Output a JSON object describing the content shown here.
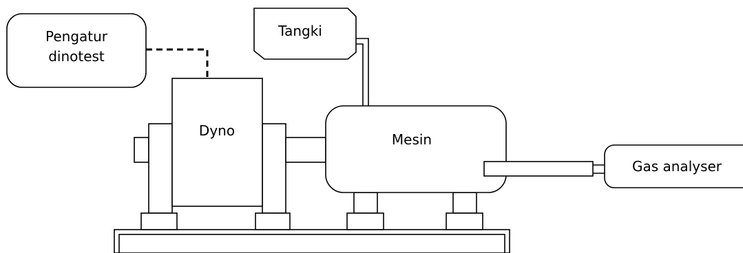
{
  "labels": {
    "controller_line1": "Pengatur",
    "controller_line2": "dinotest",
    "tank": "Tangki",
    "dyno": "Dyno",
    "engine": "Mesin",
    "gas_analyser": "Gas analyser"
  }
}
